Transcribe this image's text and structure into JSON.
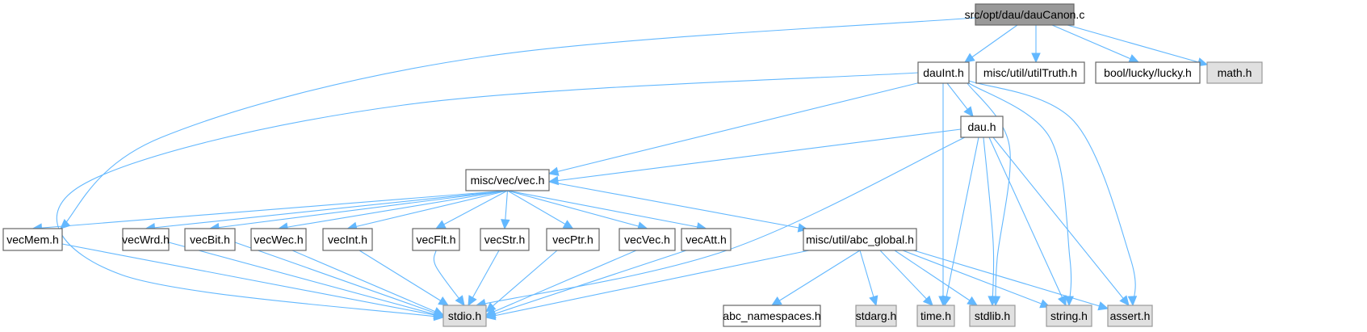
{
  "title": "src/opt/dau/dauCanon.c",
  "colors": {
    "edge": "#63b8ff",
    "root_fill": "#999999",
    "system_fill": "#e0e0e0",
    "normal_fill": "#ffffff"
  },
  "nodes": [
    {
      "id": "dauCanon_c",
      "label": "src/opt/dau/dauCanon.c",
      "kind": "root"
    },
    {
      "id": "dauInt_h",
      "label": "dauInt.h",
      "kind": "normal"
    },
    {
      "id": "utilTruth_h",
      "label": "misc/util/utilTruth.h",
      "kind": "normal"
    },
    {
      "id": "lucky_h",
      "label": "bool/lucky/lucky.h",
      "kind": "normal"
    },
    {
      "id": "math_h",
      "label": "math.h",
      "kind": "system"
    },
    {
      "id": "dau_h",
      "label": "dau.h",
      "kind": "normal"
    },
    {
      "id": "vec_h",
      "label": "misc/vec/vec.h",
      "kind": "normal"
    },
    {
      "id": "vecMem_h",
      "label": "vecMem.h",
      "kind": "normal"
    },
    {
      "id": "vecWrd_h",
      "label": "vecWrd.h",
      "kind": "normal"
    },
    {
      "id": "vecBit_h",
      "label": "vecBit.h",
      "kind": "normal"
    },
    {
      "id": "vecWec_h",
      "label": "vecWec.h",
      "kind": "normal"
    },
    {
      "id": "vecInt_h",
      "label": "vecInt.h",
      "kind": "normal"
    },
    {
      "id": "vecFlt_h",
      "label": "vecFlt.h",
      "kind": "normal"
    },
    {
      "id": "vecStr_h",
      "label": "vecStr.h",
      "kind": "normal"
    },
    {
      "id": "vecPtr_h",
      "label": "vecPtr.h",
      "kind": "normal"
    },
    {
      "id": "vecVec_h",
      "label": "vecVec.h",
      "kind": "normal"
    },
    {
      "id": "vecAtt_h",
      "label": "vecAtt.h",
      "kind": "normal"
    },
    {
      "id": "abc_global_h",
      "label": "misc/util/abc_global.h",
      "kind": "normal"
    },
    {
      "id": "stdio_h",
      "label": "stdio.h",
      "kind": "system"
    },
    {
      "id": "abc_namespaces_h",
      "label": "abc_namespaces.h",
      "kind": "normal"
    },
    {
      "id": "stdarg_h",
      "label": "stdarg.h",
      "kind": "system"
    },
    {
      "id": "time_h",
      "label": "time.h",
      "kind": "system"
    },
    {
      "id": "stdlib_h",
      "label": "stdlib.h",
      "kind": "system"
    },
    {
      "id": "string_h",
      "label": "string.h",
      "kind": "system"
    },
    {
      "id": "assert_h",
      "label": "assert.h",
      "kind": "system"
    }
  ],
  "edges": [
    [
      "dauCanon_c",
      "dauInt_h"
    ],
    [
      "dauCanon_c",
      "utilTruth_h"
    ],
    [
      "dauCanon_c",
      "lucky_h"
    ],
    [
      "dauCanon_c",
      "math_h"
    ],
    [
      "dauCanon_c",
      "vecMem_h"
    ],
    [
      "dauInt_h",
      "dau_h"
    ],
    [
      "dauInt_h",
      "vec_h"
    ],
    [
      "dauInt_h",
      "stdio_h"
    ],
    [
      "dauInt_h",
      "time_h"
    ],
    [
      "dauInt_h",
      "stdlib_h"
    ],
    [
      "dauInt_h",
      "string_h"
    ],
    [
      "dauInt_h",
      "assert_h"
    ],
    [
      "dau_h",
      "vec_h"
    ],
    [
      "dau_h",
      "stdio_h"
    ],
    [
      "dau_h",
      "time_h"
    ],
    [
      "dau_h",
      "stdlib_h"
    ],
    [
      "dau_h",
      "string_h"
    ],
    [
      "dau_h",
      "assert_h"
    ],
    [
      "vec_h",
      "vecMem_h"
    ],
    [
      "vec_h",
      "vecWrd_h"
    ],
    [
      "vec_h",
      "vecBit_h"
    ],
    [
      "vec_h",
      "vecWec_h"
    ],
    [
      "vec_h",
      "vecInt_h"
    ],
    [
      "vec_h",
      "vecFlt_h"
    ],
    [
      "vec_h",
      "vecStr_h"
    ],
    [
      "vec_h",
      "vecPtr_h"
    ],
    [
      "vec_h",
      "vecVec_h"
    ],
    [
      "vec_h",
      "vecAtt_h"
    ],
    [
      "vec_h",
      "abc_global_h"
    ],
    [
      "vecMem_h",
      "stdio_h"
    ],
    [
      "vecWrd_h",
      "stdio_h"
    ],
    [
      "vecBit_h",
      "stdio_h"
    ],
    [
      "vecWec_h",
      "stdio_h"
    ],
    [
      "vecInt_h",
      "stdio_h"
    ],
    [
      "vecFlt_h",
      "stdio_h"
    ],
    [
      "vecStr_h",
      "stdio_h"
    ],
    [
      "vecPtr_h",
      "stdio_h"
    ],
    [
      "vecVec_h",
      "stdio_h"
    ],
    [
      "vecAtt_h",
      "stdio_h"
    ],
    [
      "abc_global_h",
      "stdio_h"
    ],
    [
      "abc_global_h",
      "abc_namespaces_h"
    ],
    [
      "abc_global_h",
      "stdarg_h"
    ],
    [
      "abc_global_h",
      "time_h"
    ],
    [
      "abc_global_h",
      "stdlib_h"
    ],
    [
      "abc_global_h",
      "string_h"
    ],
    [
      "abc_global_h",
      "assert_h"
    ]
  ]
}
